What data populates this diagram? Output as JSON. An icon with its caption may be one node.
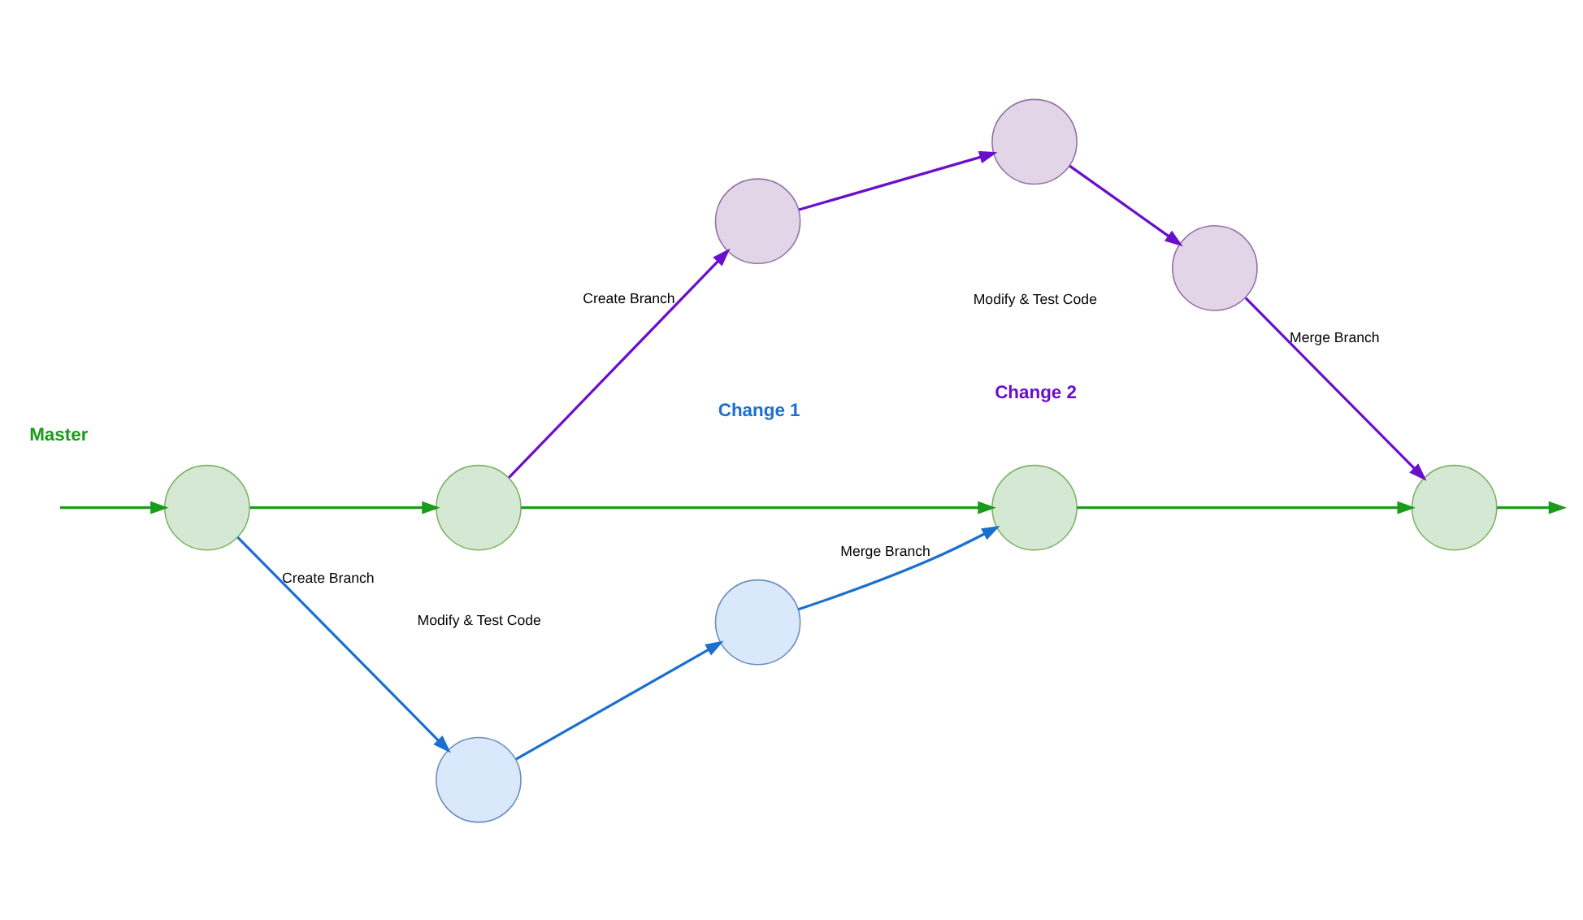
{
  "diagram": {
    "nodes": [
      {
        "text": [],
        "shape": "circle"
      },
      {
        "text": [],
        "shape": "circle"
      },
      {
        "text": [],
        "shape": "circle"
      },
      {
        "text": [],
        "shape": "circle"
      },
      {
        "text": [],
        "shape": "circle"
      },
      {
        "text": [],
        "shape": "circle"
      },
      {
        "text": [],
        "shape": "circle"
      },
      {
        "text": [],
        "shape": "circle"
      },
      {
        "text": [],
        "shape": "circle"
      }
    ],
    "edges": [
      {
        "from": null,
        "to": 2,
        "arrow": "to",
        "color": "#1a9b1a"
      },
      {
        "from": 2,
        "to": 3,
        "arrow": "to",
        "color": "#1a9b1a"
      },
      {
        "from": 3,
        "to": 4,
        "arrow": "to",
        "color": "#1a9b1a"
      },
      {
        "from": 4,
        "to": 5,
        "arrow": "to",
        "color": "#1a9b1a"
      },
      {
        "from": 5,
        "to": null,
        "arrow": "to",
        "color": "#1a9b1a"
      },
      {
        "from": 2,
        "to": 0,
        "arrow": "to",
        "label": "Create Branch",
        "color": "#1a6fd0"
      },
      {
        "from": 0,
        "to": 1,
        "arrow": "to",
        "color": "#1a6fd0"
      },
      {
        "from": 1,
        "to": 4,
        "arrow": "to",
        "label": "Merge Branch",
        "color": "#1a6fd0"
      },
      {
        "from": 3,
        "to": 6,
        "arrow": "to",
        "label": "Create Branch",
        "color": "#6a0fcc"
      },
      {
        "from": 6,
        "to": 7,
        "arrow": "to",
        "color": "#6a0fcc"
      },
      {
        "from": 7,
        "to": 8,
        "arrow": "to",
        "color": "#6a0fcc"
      },
      {
        "from": 8,
        "to": 5,
        "arrow": "to",
        "label": "Merge Branch",
        "color": "#6a0fcc"
      }
    ],
    "labels": [
      "Modify & Test Code",
      "Change 1",
      "Master",
      "Change 2",
      "Modify & Test Code"
    ]
  }
}
